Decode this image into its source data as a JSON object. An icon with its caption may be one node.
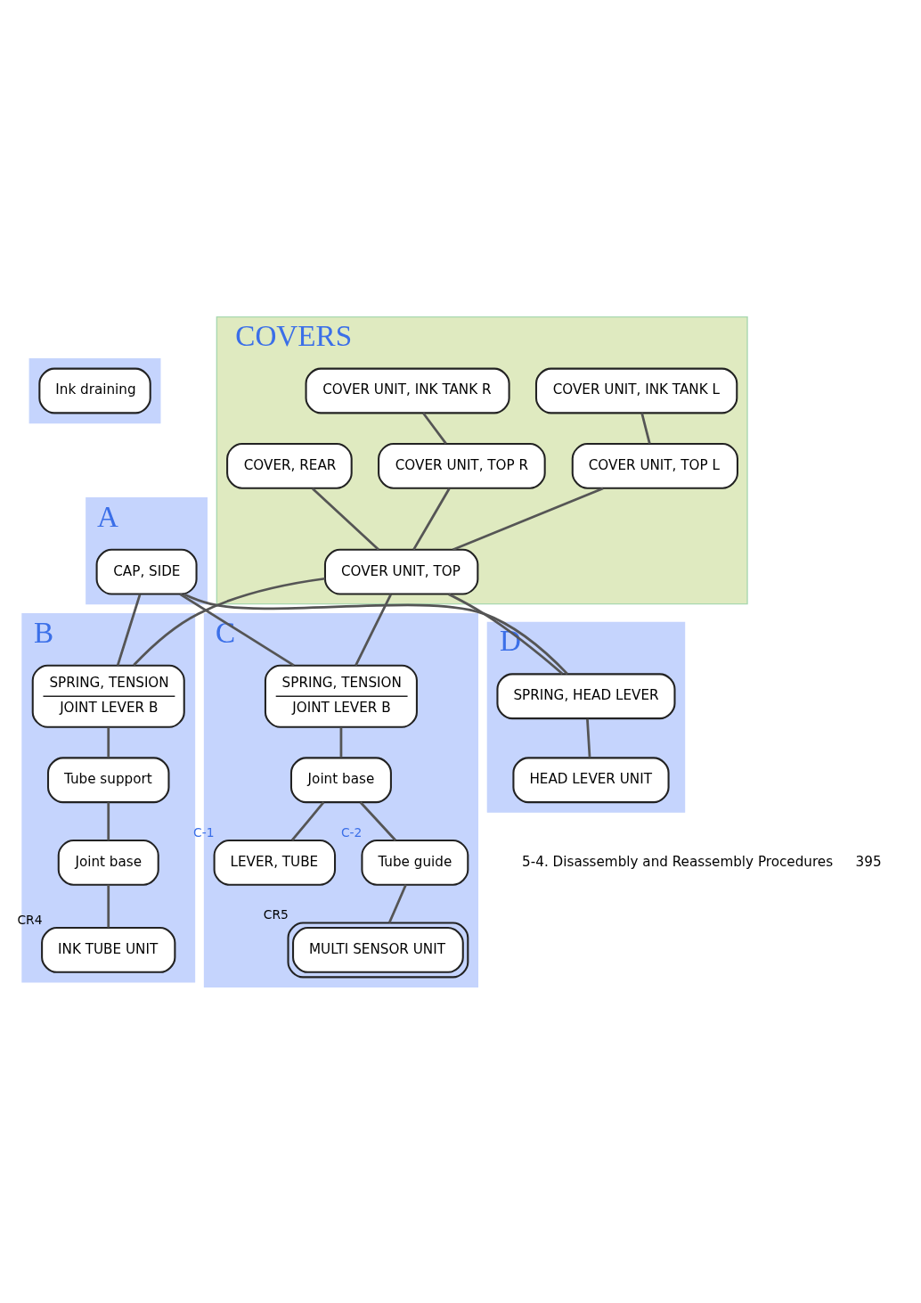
{
  "diagram": {
    "nodes": [
      {
        "text": [],
        "shape": "box"
      },
      {
        "text": [
          "Ink draining"
        ],
        "in": 0
      },
      {
        "text": [
          "A"
        ]
      },
      {
        "text": [
          "CAP, SIDE"
        ],
        "in": 2
      },
      {
        "text": [
          "COVERS"
        ]
      },
      {
        "text": [
          "COVER UNIT, INK TANK L"
        ],
        "in": 4
      },
      {
        "text": [
          "COVER UNIT, INK TANK R"
        ],
        "in": 4
      },
      {
        "text": [
          "COVER UNIT, TOP L"
        ],
        "in": 4
      },
      {
        "text": [
          "COVER, REAR"
        ],
        "in": 4
      },
      {
        "text": [
          "COVER UNIT, TOP R"
        ],
        "in": 4
      },
      {
        "text": [
          "COVER UNIT, TOP"
        ],
        "in": 4
      },
      {
        "text": [
          "B"
        ]
      },
      {
        "text": [
          "SPRING, TENSION",
          "JOINT LEVER B"
        ],
        "in": 11
      },
      {
        "text": [
          "Tube support"
        ],
        "in": 11
      },
      {
        "text": [
          "Joint base"
        ],
        "in": 11
      },
      {
        "text": [
          "INK TUBE UNIT"
        ],
        "in": 11,
        "beside": [
          "CR4"
        ]
      },
      {
        "text": [
          "C"
        ]
      },
      {
        "text": [
          "SPRING, TENSION",
          "JOINT LEVER B"
        ],
        "in": 16
      },
      {
        "text": [
          "Joint base"
        ],
        "in": 16
      },
      {
        "text": [
          "LEVER, TUBE"
        ],
        "in": 16,
        "beside": [
          "C-1"
        ]
      },
      {
        "text": [
          "Tube guide"
        ],
        "in": 16,
        "beside": [
          "C-2"
        ]
      },
      {
        "text": [
          "MULTI SENSOR UNIT"
        ],
        "in": 16,
        "beside": [
          "CR5"
        ]
      },
      {
        "text": [
          "D"
        ]
      },
      {
        "text": [
          "SPRING, HEAD LEVER"
        ],
        "in": 22
      },
      {
        "text": [
          "HEAD LEVER UNIT"
        ],
        "in": 22
      }
    ],
    "edges": [
      {
        "from": 5,
        "to": 7,
        "arrow": "none"
      },
      {
        "from": 6,
        "to": 9,
        "arrow": "none"
      },
      {
        "from": 7,
        "to": 10,
        "arrow": "none"
      },
      {
        "from": 8,
        "to": 10,
        "arrow": "none"
      },
      {
        "from": 9,
        "to": 10,
        "arrow": "none"
      },
      {
        "from": 3,
        "to": 12,
        "arrow": "none"
      },
      {
        "from": 3,
        "to": 17,
        "arrow": "none"
      },
      {
        "from": 3,
        "to": 23,
        "arrow": "none"
      },
      {
        "from": 10,
        "to": 12,
        "arrow": "none"
      },
      {
        "from": 10,
        "to": 17,
        "arrow": "none"
      },
      {
        "from": 10,
        "to": 23,
        "arrow": "none"
      },
      {
        "from": 12,
        "to": 13,
        "arrow": "none"
      },
      {
        "from": 13,
        "to": 14,
        "arrow": "none"
      },
      {
        "from": 14,
        "to": 15,
        "arrow": "none"
      },
      {
        "from": 17,
        "to": 18,
        "arrow": "none"
      },
      {
        "from": 18,
        "to": 19,
        "arrow": "none"
      },
      {
        "from": 18,
        "to": 20,
        "arrow": "none"
      },
      {
        "from": 20,
        "to": 21,
        "arrow": "none"
      },
      {
        "from": 23,
        "to": 24,
        "arrow": "none"
      }
    ],
    "labels": [
      "5-4. Disassembly and Reassembly Procedures",
      "395"
    ]
  }
}
